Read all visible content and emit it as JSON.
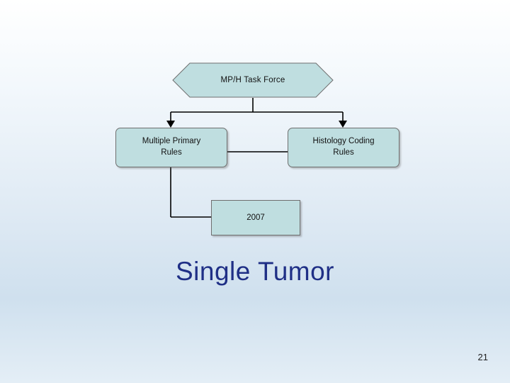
{
  "slide": {
    "page_number": "21",
    "headline": "Single Tumor"
  },
  "diagram": {
    "hexagon": {
      "label": "MP/H Task Force",
      "fill": "#bfdee0",
      "stroke": "#6f6f6f"
    },
    "boxes": [
      {
        "id": "multiple-primary-rules",
        "label": "Multiple Primary\nRules",
        "line1": "Multiple Primary",
        "line2": "Rules"
      },
      {
        "id": "histology-coding-rules",
        "label": "Histology Coding\nRules",
        "line1": "Histology Coding",
        "line2": "Rules"
      }
    ],
    "year_box": {
      "label": "2007"
    },
    "connector_color": "#000000"
  },
  "colors": {
    "box_fill": "#bfdee0",
    "box_border": "#6f6f6f",
    "headline": "#1f2f86",
    "background_top": "#ffffff",
    "background_mid": "#cfe0ee"
  }
}
